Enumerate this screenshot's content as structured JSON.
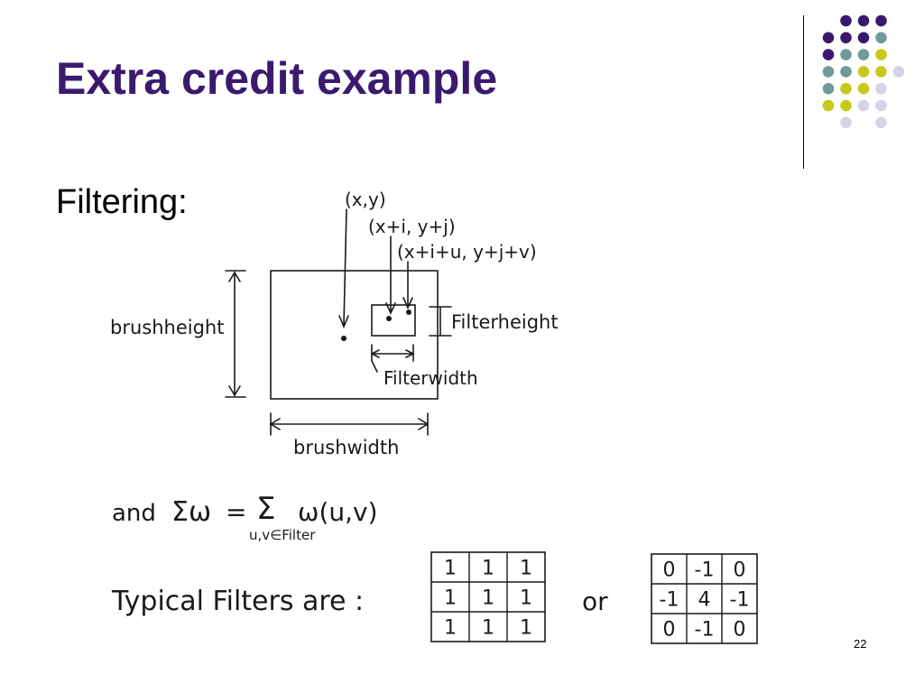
{
  "slide": {
    "title": "Extra credit example",
    "subtitle": "Filtering:",
    "page_number": "22"
  },
  "sketch": {
    "point_xy": "(x,y)",
    "point_xi_yj": "(x+i, y+j)",
    "point_xiu_yjv": "(x+i+u, y+j+v)",
    "label_brushheight": "brushheight",
    "label_filterheight": "Filterheight",
    "label_filterwidth": "Filterwidth",
    "label_brushwidth": "brushwidth",
    "formula_prefix": "and",
    "formula_lhs": "Σω",
    "formula_eq": "=",
    "formula_sum": "Σ",
    "formula_rhs": "ω(u,v)",
    "formula_sub": "u,v∈Filter",
    "typical_label": "Typical Filters are :",
    "or_label": "or"
  },
  "filters": {
    "box": [
      [
        "1",
        "1",
        "1"
      ],
      [
        "1",
        "1",
        "1"
      ],
      [
        "1",
        "1",
        "1"
      ]
    ],
    "laplacian": [
      [
        "0",
        "-1",
        "0"
      ],
      [
        "-1",
        "4",
        "-1"
      ],
      [
        "0",
        "-1",
        "0"
      ]
    ]
  },
  "theme": {
    "title_color": "#3b1a6e",
    "dot_purple": "#3b1a6e",
    "dot_teal": "#6f9a9a",
    "dot_yellow": "#c8c81a",
    "dot_lavender": "#d4d4e6"
  }
}
